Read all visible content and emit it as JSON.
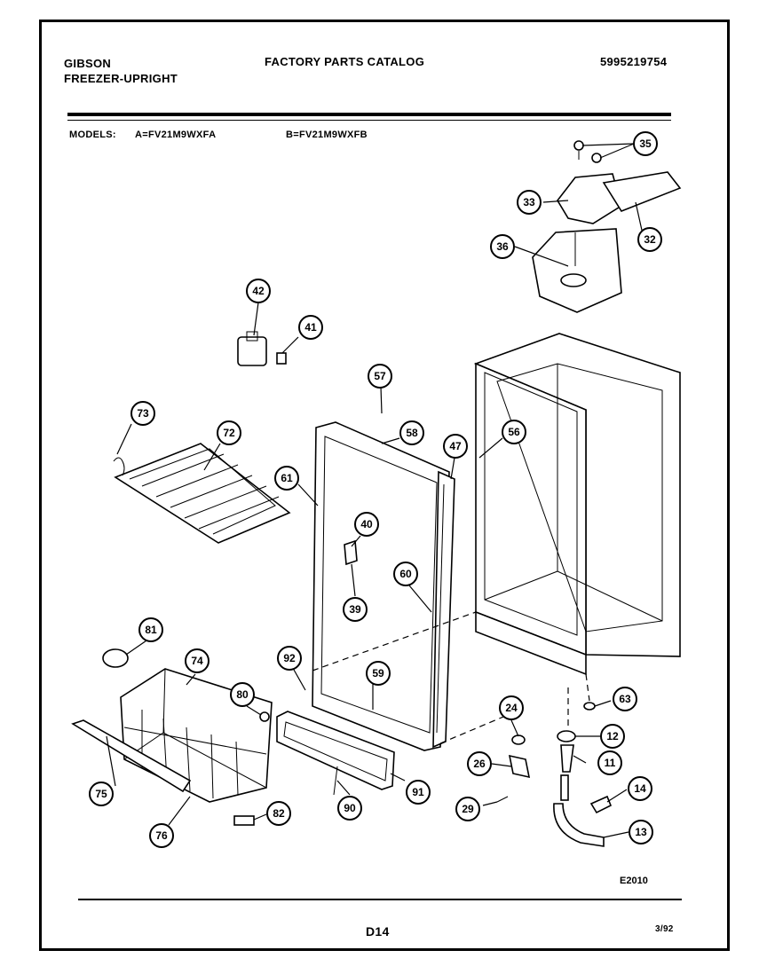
{
  "header": {
    "brand": "GIBSON",
    "product": "FREEZER-UPRIGHT",
    "catalog_title": "FACTORY PARTS CATALOG",
    "catalog_number": "5995219754",
    "models_label": "MODELS:",
    "model_a": "A=FV21M9WXFA",
    "model_b": "B=FV21M9WXFB"
  },
  "footer": {
    "figure_code": "E2010",
    "page": "D14",
    "date": "3/92"
  },
  "callouts": [
    "35",
    "33",
    "32",
    "36",
    "42",
    "41",
    "57",
    "73",
    "72",
    "58",
    "47",
    "56",
    "61",
    "40",
    "60",
    "39",
    "81",
    "74",
    "92",
    "80",
    "59",
    "24",
    "63",
    "12",
    "26",
    "11",
    "14",
    "29",
    "13",
    "75",
    "76",
    "82",
    "90",
    "91"
  ]
}
